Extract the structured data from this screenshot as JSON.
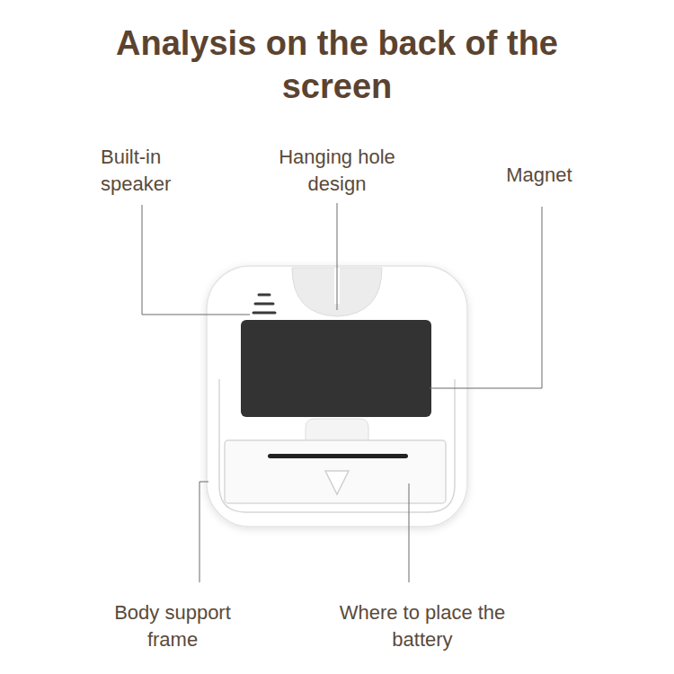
{
  "diagram": {
    "title": "Analysis on the back of the screen",
    "labels": [
      "Built-in speaker",
      "Hanging hole design",
      "Magnet",
      "Body support frame",
      "Where to place the battery"
    ]
  }
}
